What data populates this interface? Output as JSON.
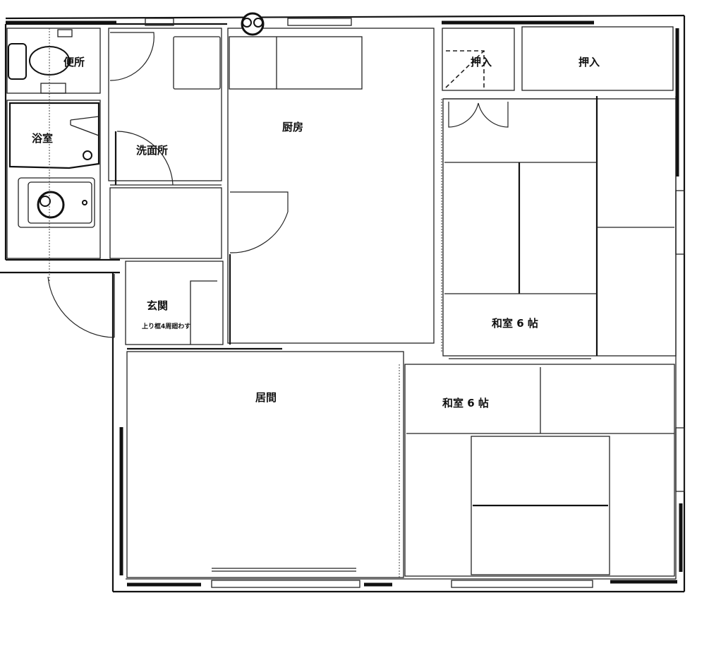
{
  "floor_plan": {
    "rooms": [
      {
        "id": "toilet",
        "label": "便所"
      },
      {
        "id": "bath",
        "label": "浴室"
      },
      {
        "id": "washroom",
        "label": "洗面所"
      },
      {
        "id": "kitchen",
        "label": "厨房"
      },
      {
        "id": "closet_small",
        "label": "押入"
      },
      {
        "id": "closet_large",
        "label": "押入"
      },
      {
        "id": "entrance",
        "label": "玄関",
        "note": "上り框4周廻わす"
      },
      {
        "id": "washitsu_upper",
        "label": "和室 6 帖"
      },
      {
        "id": "washitsu_lower",
        "label": "和室 6 帖"
      },
      {
        "id": "living",
        "label": "居間"
      }
    ]
  }
}
